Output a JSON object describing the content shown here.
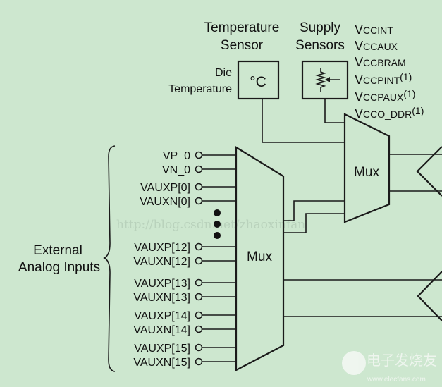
{
  "temperature_sensor": {
    "title_line1": "Temperature",
    "title_line2": "Sensor",
    "label_line1": "Die",
    "label_line2": "Temperature",
    "symbol": "°C"
  },
  "supply_sensors": {
    "title_line1": "Supply",
    "title_line2": "Sensors",
    "rails": [
      {
        "v": "V",
        "sub": "CCINT",
        "sup": ""
      },
      {
        "v": "V",
        "sub": "CCAUX",
        "sup": ""
      },
      {
        "v": "V",
        "sub": "CCBRAM",
        "sup": ""
      },
      {
        "v": "V",
        "sub": "CCPINT",
        "sup": "(1)"
      },
      {
        "v": "V",
        "sub": "CCPAUX",
        "sup": "(1)"
      },
      {
        "v": "V",
        "sub": "CCO_DDR",
        "sup": "(1)"
      }
    ]
  },
  "mux_small": {
    "label": "Mux"
  },
  "mux_large": {
    "label": "Mux"
  },
  "external_inputs": {
    "label_line1": "External",
    "label_line2": "Analog Inputs",
    "pins": [
      "VP_0",
      "VN_0",
      "VAUXP[0]",
      "VAUXN[0]",
      "VAUXP[12]",
      "VAUXN[12]",
      "VAUXP[13]",
      "VAUXN[13]",
      "VAUXP[14]",
      "VAUXN[14]",
      "VAUXP[15]",
      "VAUXN[15]"
    ]
  },
  "watermarks": {
    "url": "http://blog.csdn.net/zhaoxinfan",
    "logo_text": "电子发烧友",
    "logo_url": "www.elecfans.com"
  },
  "colors": {
    "background": "#cde7cf",
    "line": "#1a1a1a"
  }
}
